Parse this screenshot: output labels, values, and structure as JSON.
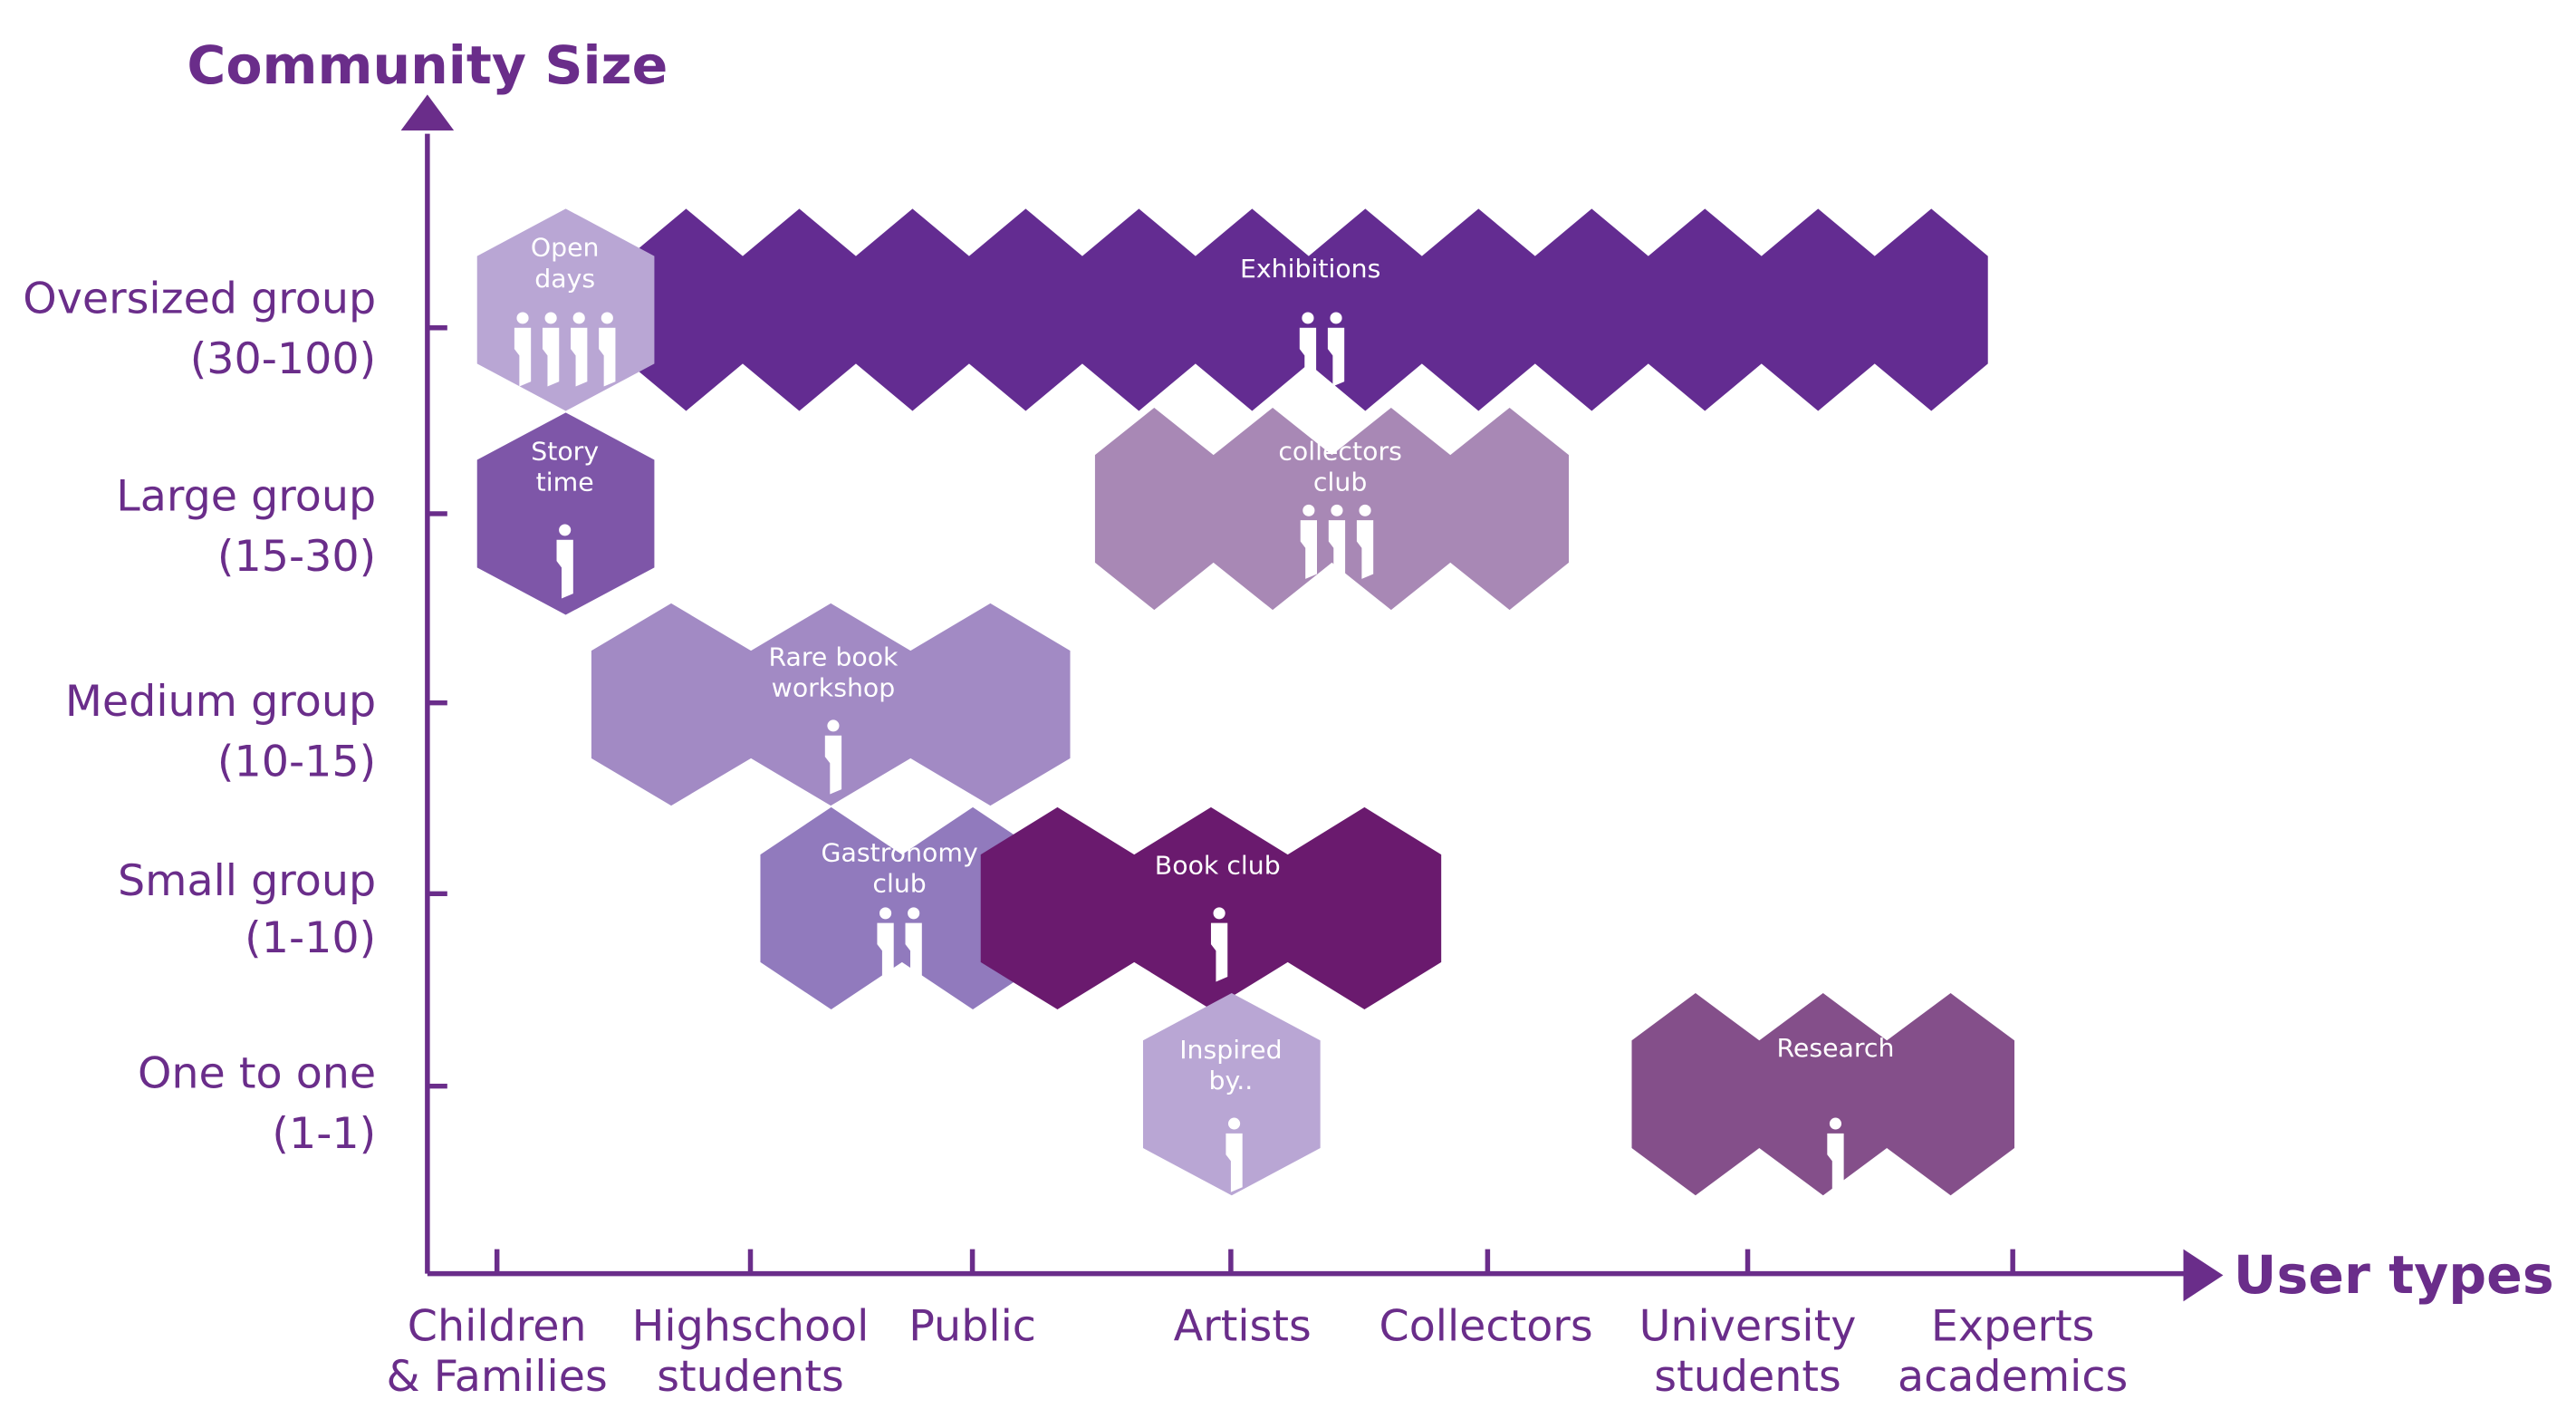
{
  "diagram": {
    "y_axis_title": "Community Size",
    "x_axis_title": "User types",
    "y_categories": [
      {
        "line1": "Oversized group",
        "line2": "(30-100)"
      },
      {
        "line1": "Large group",
        "line2": "(15-30)"
      },
      {
        "line1": "Medium group",
        "line2": "(10-15)"
      },
      {
        "line1": "Small group",
        "line2": "(1-10)"
      },
      {
        "line1": "One to one",
        "line2": "(1-1)"
      }
    ],
    "x_categories": [
      {
        "line1": "Children",
        "line2": "& Families"
      },
      {
        "line1": "Highschool",
        "line2": "students"
      },
      {
        "line1": "Public",
        "line2": ""
      },
      {
        "line1": "Artists",
        "line2": ""
      },
      {
        "line1": "Collectors",
        "line2": ""
      },
      {
        "line1": "University",
        "line2": "students"
      },
      {
        "line1": "Experts",
        "line2": "academics"
      }
    ],
    "colors": {
      "axis": "#6a2d8a",
      "text": "#6a2d8a",
      "icon": "#ffffff"
    },
    "activities": [
      {
        "name": "Exhibitions",
        "label_lines": [
          "Exhibitions"
        ],
        "size": "Oversized group (30-100)",
        "user_types": [
          "Children & Families",
          "Highschool students",
          "Public",
          "Artists",
          "Collectors",
          "University students",
          "Experts academics"
        ],
        "people_icons": 2,
        "color": "#632c91"
      },
      {
        "name": "Open days",
        "label_lines": [
          "Open",
          "days"
        ],
        "size": "Oversized group (30-100)",
        "user_types": [
          "Children & Families"
        ],
        "people_icons": 4,
        "color": "#b9a6d4"
      },
      {
        "name": "Story time",
        "label_lines": [
          "Story",
          "time"
        ],
        "size": "Large group (15-30)",
        "user_types": [
          "Children & Families"
        ],
        "people_icons": 1,
        "color": "#7e56a8"
      },
      {
        "name": "collectors club",
        "label_lines": [
          "collectors",
          "club"
        ],
        "size": "Large group (15-30)",
        "user_types": [
          "Artists",
          "Collectors"
        ],
        "people_icons": 3,
        "color": "#a888b5"
      },
      {
        "name": "Rare book workshop",
        "label_lines": [
          "Rare book",
          "workshop"
        ],
        "size": "Medium group (10-15)",
        "user_types": [
          "Highschool students",
          "Public"
        ],
        "people_icons": 1,
        "color": "#a28ac4"
      },
      {
        "name": "Gastronomy club",
        "label_lines": [
          "Gastronomy",
          "club"
        ],
        "size": "Small group (1-10)",
        "user_types": [
          "Highschool students",
          "Public"
        ],
        "people_icons": 2,
        "color": "#917abd"
      },
      {
        "name": "Book club",
        "label_lines": [
          "Book club"
        ],
        "size": "Small group (1-10)",
        "user_types": [
          "Public",
          "Artists",
          "Collectors"
        ],
        "people_icons": 1,
        "color": "#6a1a6e"
      },
      {
        "name": "Inspired by..",
        "label_lines": [
          "Inspired",
          "by.."
        ],
        "size": "One to one (1-1)",
        "user_types": [
          "Artists"
        ],
        "people_icons": 1,
        "color": "#b9a6d4"
      },
      {
        "name": "Research",
        "label_lines": [
          "Research"
        ],
        "size": "One to one (1-1)",
        "user_types": [
          "University students",
          "Experts academics"
        ],
        "people_icons": 1,
        "color": "#844f8a"
      }
    ]
  }
}
